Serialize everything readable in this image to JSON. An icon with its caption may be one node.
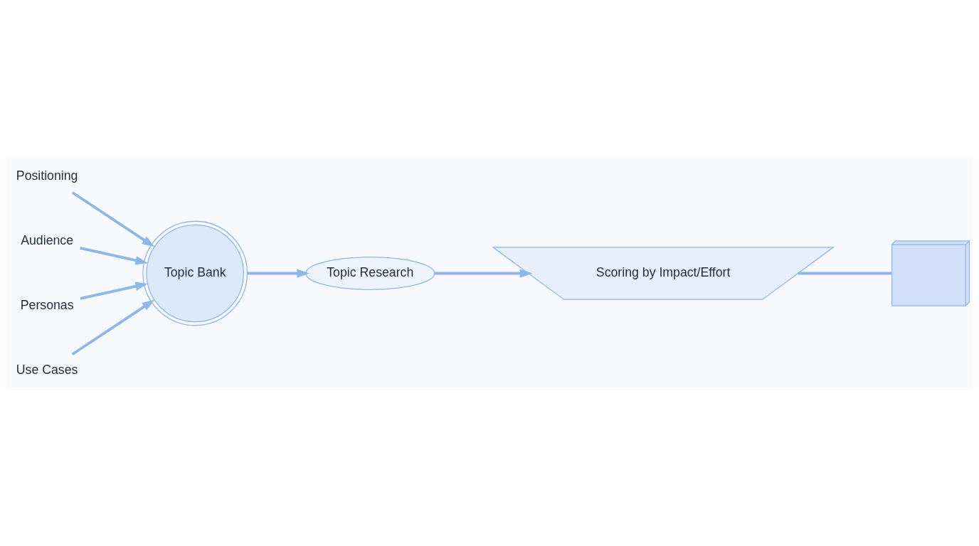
{
  "diagram": {
    "nodes": [
      {
        "text": [
          "Positioning"
        ]
      },
      {
        "text": [
          "Audience"
        ]
      },
      {
        "text": [
          "Personas"
        ]
      },
      {
        "text": [
          "Use Cases"
        ]
      },
      {
        "text": [
          "Topic Bank"
        ]
      },
      {
        "text": [
          "Topic Research"
        ]
      },
      {
        "text": [
          "Scoring by Impact/Effort"
        ]
      },
      {
        "text": [],
        "shape": "picture"
      }
    ],
    "edges": [
      {
        "from": 0,
        "to": 4,
        "arrow": "to"
      },
      {
        "from": 1,
        "to": 4,
        "arrow": "to"
      },
      {
        "from": 2,
        "to": 4,
        "arrow": "to"
      },
      {
        "from": 3,
        "to": 4,
        "arrow": "to"
      },
      {
        "from": 4,
        "to": 5,
        "arrow": "to"
      },
      {
        "from": 5,
        "to": 6,
        "arrow": "to"
      },
      {
        "from": 6,
        "to": 7,
        "arrow": "none"
      }
    ]
  }
}
